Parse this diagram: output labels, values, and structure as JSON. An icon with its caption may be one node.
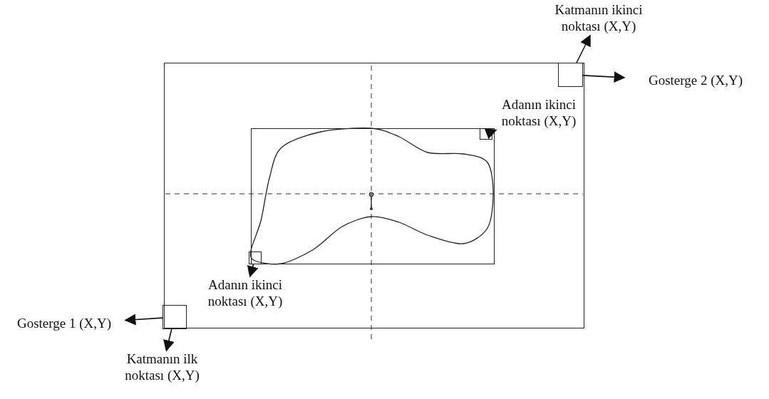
{
  "diagram": {
    "nodes": [
      {
        "text": [],
        "shape": "box"
      },
      {
        "text": [],
        "shape": "box",
        "in": 0
      },
      {
        "text": [],
        "shape": "box",
        "in": 0
      },
      {
        "text": [],
        "shape": "box",
        "in": 0
      },
      {
        "text": [],
        "shape": "box",
        "in": 1
      },
      {
        "text": [],
        "shape": "box",
        "in": 1
      },
      {
        "text": [
          "Katmanın ikinci noktası (X,Y)"
        ]
      },
      {
        "text": [
          "Gosterge 2 (X,Y)"
        ]
      },
      {
        "text": [
          "Adanın ikinci noktası (X,Y)"
        ],
        "in": 0
      },
      {
        "text": [
          "Adanın ikinci noktası (X,Y)"
        ],
        "in": 0
      },
      {
        "text": [
          "Gosterge 1 (X,Y)"
        ]
      },
      {
        "text": [
          "Katmanın ilk noktası (X,Y)"
        ]
      }
    ],
    "edges": [
      {
        "from": 2,
        "to": 6,
        "arrow": "to"
      },
      {
        "from": 2,
        "to": 7,
        "arrow": "to"
      },
      {
        "from": 4,
        "to": 8,
        "arrow": "to"
      },
      {
        "from": 5,
        "to": 9,
        "arrow": "to"
      },
      {
        "from": 3,
        "to": 10,
        "arrow": "to"
      },
      {
        "from": 3,
        "to": 11,
        "arrow": "to"
      }
    ]
  }
}
